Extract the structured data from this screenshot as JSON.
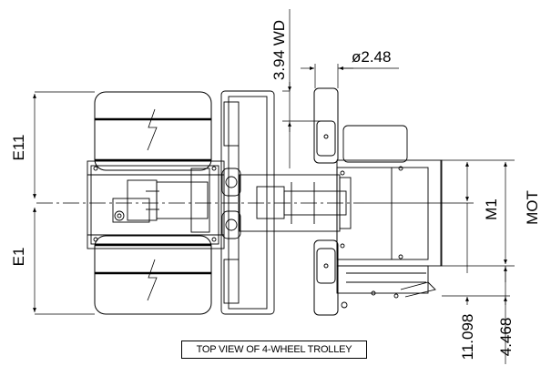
{
  "drawing": {
    "caption": "TOP VIEW OF 4-WHEEL TROLLEY",
    "dimensions": {
      "e11": "E11",
      "e1": "E1",
      "width_depth": "3.94 WD",
      "diameter": "ø2.48",
      "m1": "M1",
      "mot": "MOT",
      "offset_a": "11.098",
      "offset_b": "4.468"
    }
  }
}
